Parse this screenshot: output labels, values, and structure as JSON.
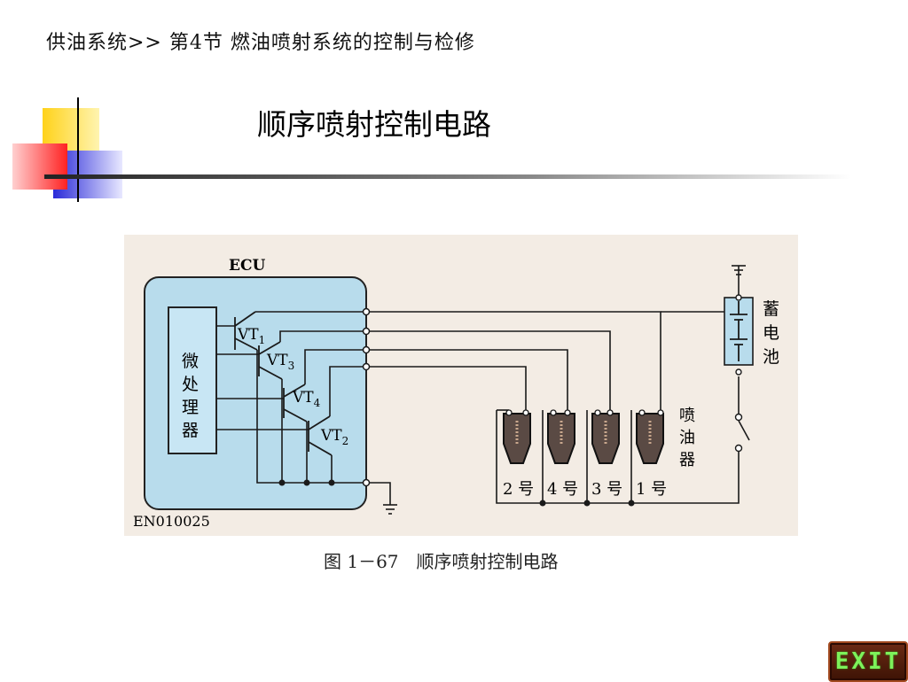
{
  "header": {
    "breadcrumb": "供油系统>> 第4节 燃油喷射系统的控制与检修",
    "title": "顺序喷射控制电路"
  },
  "figure": {
    "ecu_label": "ECU",
    "microprocessor": [
      "微",
      "处",
      "理",
      "器"
    ],
    "transistors": [
      {
        "label": "VT",
        "sub": "1"
      },
      {
        "label": "VT",
        "sub": "3"
      },
      {
        "label": "VT",
        "sub": "4"
      },
      {
        "label": "VT",
        "sub": "2"
      }
    ],
    "injector_label": [
      "喷",
      "油",
      "器"
    ],
    "injectors": [
      "2 号",
      "4 号",
      "3 号",
      "1 号"
    ],
    "battery_label": [
      "蓄",
      "电",
      "池"
    ],
    "code": "EN010025",
    "caption": "图 1－67　顺序喷射控制电路"
  },
  "exit": {
    "label": "EXIT"
  },
  "colors": {
    "ecu_fill": "#b8dcec",
    "wire": "#1a1a1a",
    "exit_text": "#7df25a",
    "exit_bg": "#4a1a08"
  }
}
